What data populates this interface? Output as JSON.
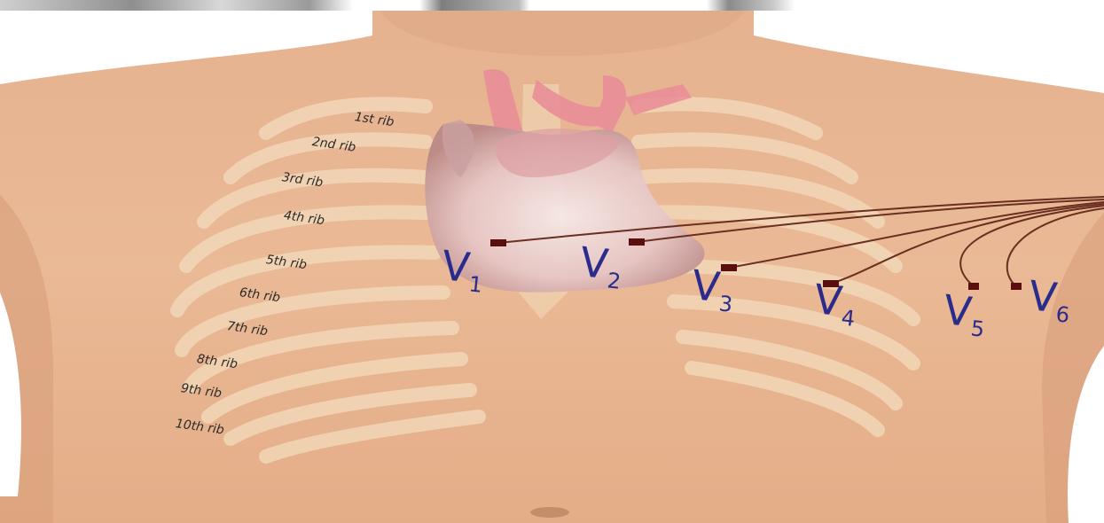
{
  "ribs": {
    "labels": [
      "1st rib",
      "2nd rib",
      "3rd rib",
      "4th rib",
      "5th rib",
      "6th rib",
      "7th rib",
      "8th rib",
      "9th rib",
      "10th rib"
    ]
  },
  "leads": [
    {
      "letter": "V",
      "number": "1"
    },
    {
      "letter": "V",
      "number": "2"
    },
    {
      "letter": "V",
      "number": "3"
    },
    {
      "letter": "V",
      "number": "4"
    },
    {
      "letter": "V",
      "number": "5"
    },
    {
      "letter": "V",
      "number": "6"
    }
  ],
  "colors": {
    "skin": "#e8b896",
    "rib": "#f2d7b4",
    "heart": "#d9a3a3",
    "vessel": "#e98f98",
    "electrode": "#5a0e0e",
    "wire": "#6b2f22",
    "lead_text": "#2b2b8c"
  }
}
